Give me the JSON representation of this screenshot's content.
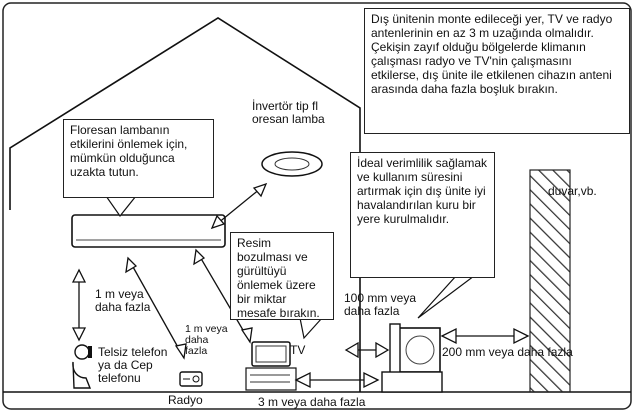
{
  "callouts": {
    "outdoor_distance": "Dış ünitenin monte edileceği yer, TV ve radyo antenlerinin en az 3 m uzağında olmalıdır. Çekişin zayıf olduğu bölgelerde klimanın çalışması radyo ve TV'nin çalışmasını etkilerse, dış ünite ile etkilenen cihazın anteni arasında daha fazla boşluk bırakın.",
    "fluorescent": "Floresan lambanın etkilerini önlemek için, mümkün olduğunca uzakta tutun.",
    "picture_noise": "Resim bozulması ve gürültüyü önlemek üzere bir miktar mesafe bırakın.",
    "ventilation": "İdeal verimlilik sağlamak ve kullanım süresini artırmak için dış ünite iyi havalandırılan kuru bir yere kurulmalıdır."
  },
  "labels": {
    "inverter_lamp": "İnvertör tip fl oresan lamba",
    "wall": "duvar,vb.",
    "one_m_phone": "1 m veya daha fazla",
    "one_m_radio": "1 m veya daha fazla",
    "phone": "Telsiz telefon ya da Cep telefonu",
    "radio": "Radyo",
    "tv": "TV",
    "mm100": "100 mm veya daha fazla",
    "mm200": "200 mm veya daha fazla",
    "three_m": "3 m veya daha fazla"
  }
}
